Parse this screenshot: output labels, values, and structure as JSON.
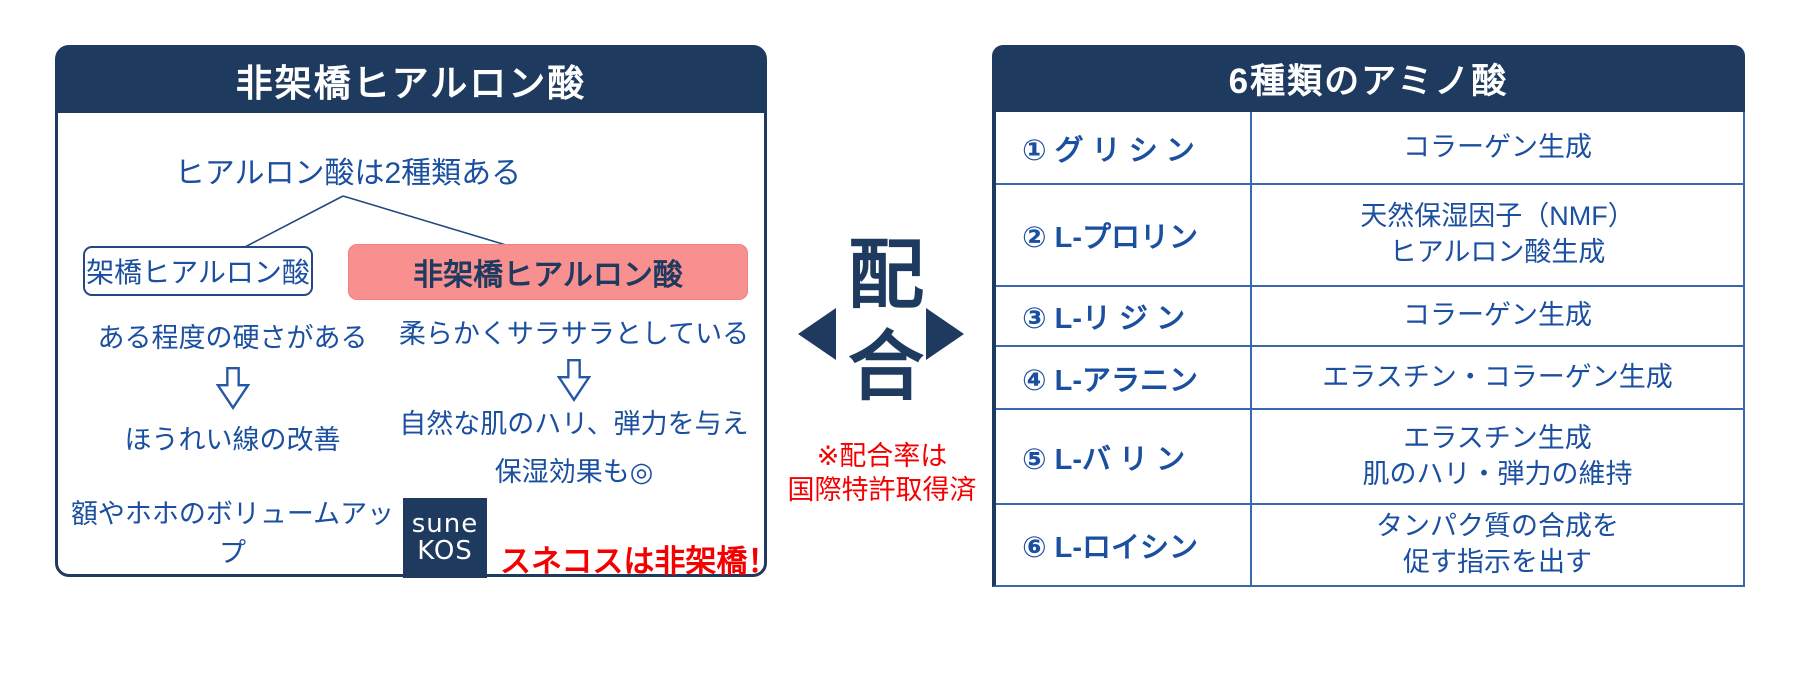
{
  "colors": {
    "navy": "#1F3A5F",
    "blue_text": "#1B4FA0",
    "divider_blue": "#3A68AE",
    "pink_highlight": "#F7908E",
    "red": "#F40000"
  },
  "left_panel": {
    "title": "非架橋ヒアルロン酸",
    "intro": "ヒアルロン酸は2種類ある",
    "crosslinked": {
      "label": "架橋ヒアルロン酸",
      "trait": "ある程度の硬さがある",
      "result1": "ほうれい線の改善",
      "result2": "額やホホのボリュームアップ"
    },
    "non_crosslinked": {
      "label": "非架橋ヒアルロン酸",
      "trait": "柔らかくサラサラとしている",
      "result1": "自然な肌のハリ、弾力を与え",
      "result2": "保湿効果も◎"
    },
    "logo": {
      "line1": "sune",
      "line2": "KOS"
    },
    "highlight": "スネコスは非架橋！"
  },
  "center": {
    "word": "配合",
    "char1": "配",
    "char2": "合",
    "note": "※配合率は\n国際特許取得済"
  },
  "right_panel": {
    "title": "6種類のアミノ酸",
    "rows": [
      {
        "name": "① グ リ シ ン",
        "effect": "コラーゲン生成"
      },
      {
        "name": "② L-プロリン",
        "effect": "天然保湿因子（NMF）\nヒアルロン酸生成"
      },
      {
        "name": "③ L-リ ジ ン",
        "effect": "コラーゲン生成"
      },
      {
        "name": "④ L-アラニン",
        "effect": "エラスチン・コラーゲン生成"
      },
      {
        "name": "⑤ L-バ リ ン",
        "effect": "エラスチン生成\n肌のハリ・弾力の維持"
      },
      {
        "name": "⑥ L-ロイシン",
        "effect": "タンパク質の合成を\n促す指示を出す"
      }
    ]
  }
}
